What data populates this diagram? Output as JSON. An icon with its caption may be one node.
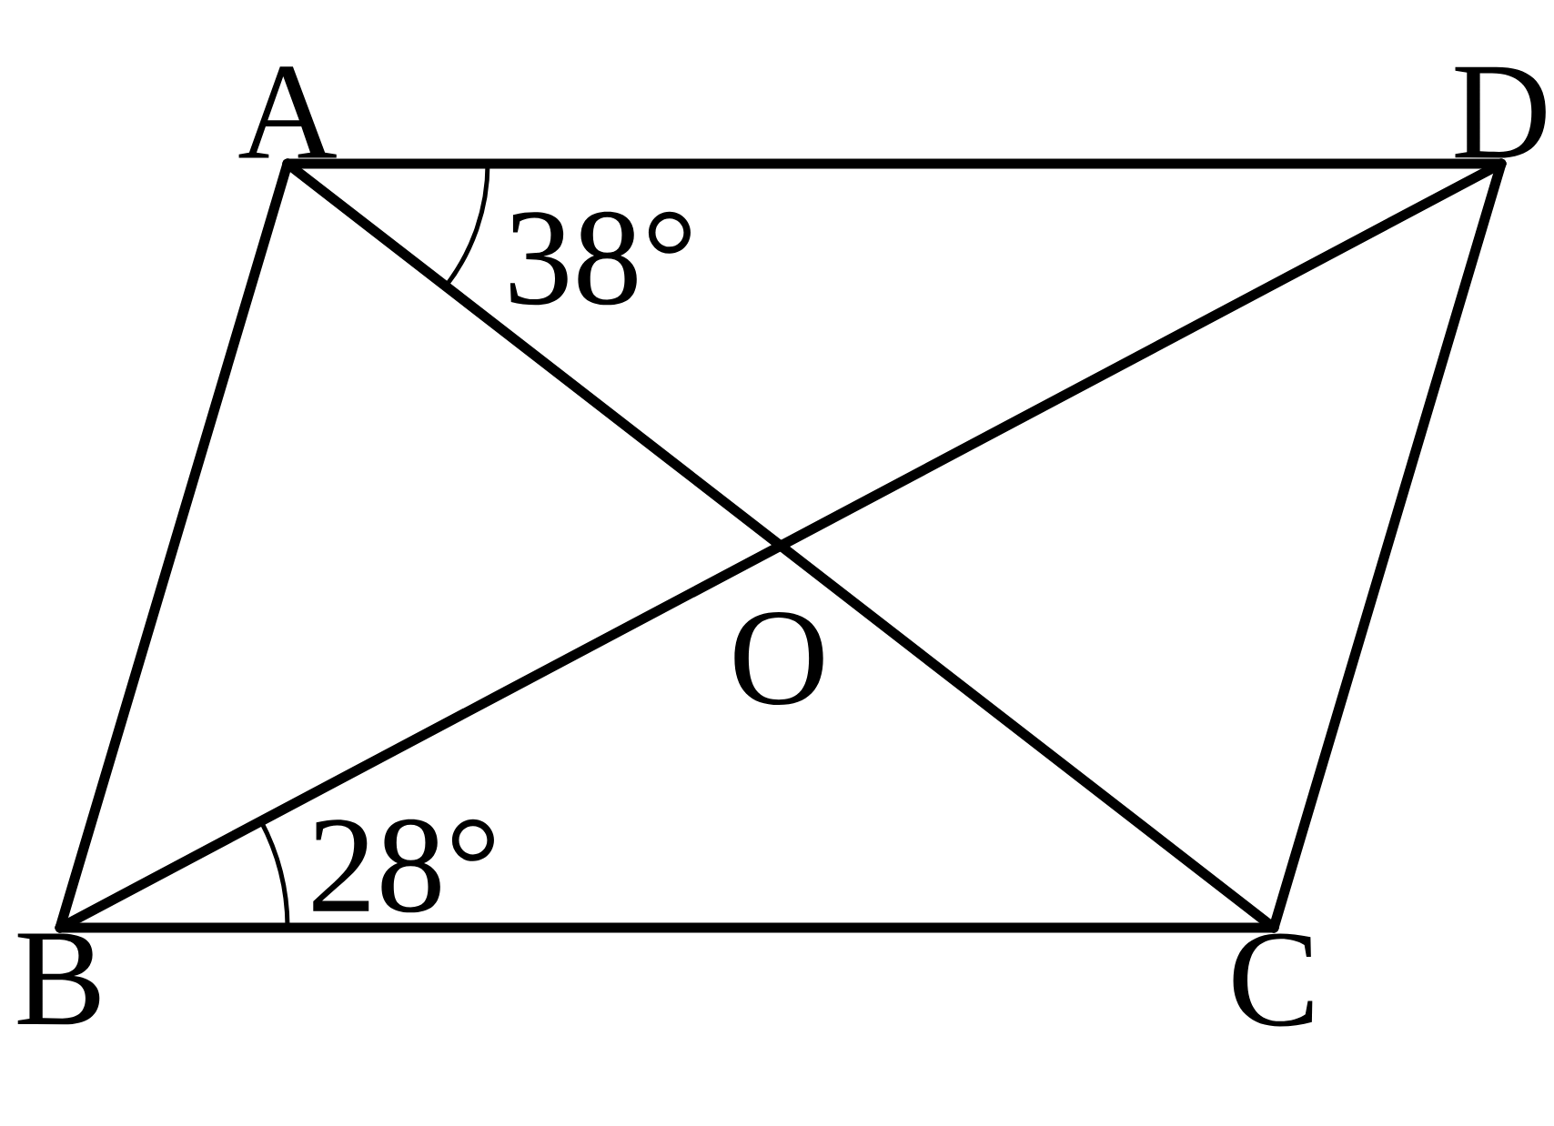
{
  "diagram": {
    "nodes": [
      {
        "text": [
          "A"
        ]
      },
      {
        "text": [
          "B"
        ]
      },
      {
        "text": [
          "C"
        ]
      },
      {
        "text": [
          "D"
        ]
      }
    ],
    "edges": [
      {
        "from": 0,
        "to": 1,
        "arrow": "none"
      },
      {
        "from": 1,
        "to": 2,
        "arrow": "none"
      },
      {
        "from": 2,
        "to": 3,
        "arrow": "none"
      },
      {
        "from": 3,
        "to": 0,
        "arrow": "none"
      },
      {
        "from": 0,
        "to": 2,
        "arrow": "none"
      },
      {
        "from": 1,
        "to": 3,
        "arrow": "none"
      }
    ],
    "labels": [
      "38°",
      "O",
      "28°"
    ]
  }
}
